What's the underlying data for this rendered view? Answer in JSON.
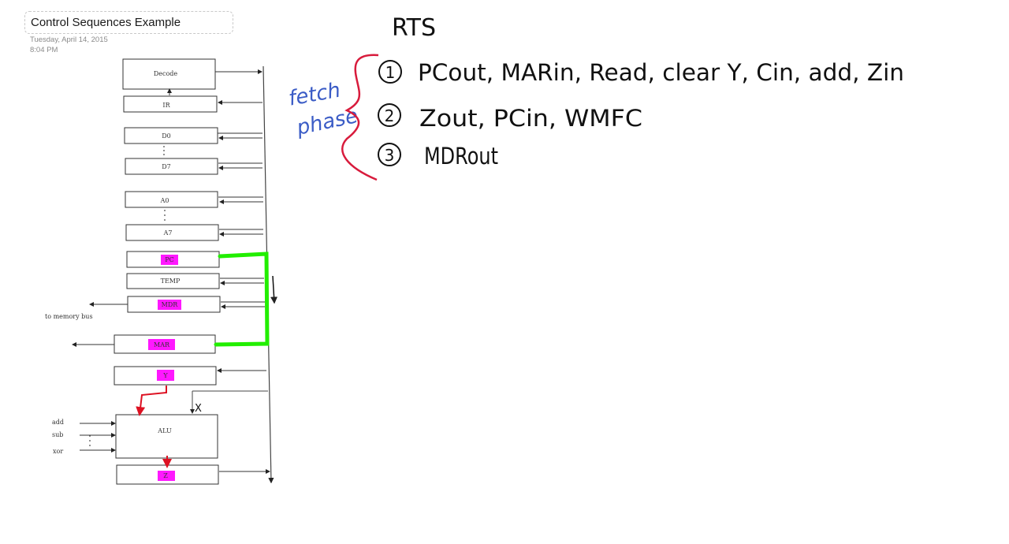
{
  "note": {
    "title": "Control Sequences Example",
    "date": "Tuesday, April 14, 2015",
    "time": "8:04 PM"
  },
  "diagram": {
    "registers": [
      {
        "name": "decode",
        "label": "Decode",
        "highlighted": false
      },
      {
        "name": "ir",
        "label": "IR",
        "highlighted": false
      },
      {
        "name": "d0",
        "label": "D0",
        "highlighted": false
      },
      {
        "name": "d7",
        "label": "D7",
        "highlighted": false
      },
      {
        "name": "a0",
        "label": "A0",
        "highlighted": false
      },
      {
        "name": "a7",
        "label": "A7",
        "highlighted": false
      },
      {
        "name": "pc",
        "label": "PC",
        "highlighted": true
      },
      {
        "name": "temp",
        "label": "TEMP",
        "highlighted": false
      },
      {
        "name": "mdr",
        "label": "MDR",
        "highlighted": true
      },
      {
        "name": "mar",
        "label": "MAR",
        "highlighted": true
      },
      {
        "name": "y",
        "label": "Y",
        "highlighted": true
      },
      {
        "name": "alu",
        "label": "ALU",
        "highlighted": false
      },
      {
        "name": "z",
        "label": "Z",
        "highlighted": true
      }
    ],
    "memory_bus_label": "to memory bus",
    "alu_inputs": [
      "add",
      "sub",
      "xor"
    ],
    "x_label": "X",
    "highlight_color": "#ff00ff",
    "bus_highlight_color": "#22ee00",
    "arrow_color": "#dd1122"
  },
  "annotations": {
    "title": "RTS",
    "phase_label_line1": "fetch",
    "phase_label_line2": "phase",
    "brace_color": "#d81b3c",
    "phase_color": "#3b5cc6",
    "steps": [
      {
        "number": "1",
        "text": "PCout, MARin, Read, clear Y, Cin, add, Zin"
      },
      {
        "number": "2",
        "text": "Zout, PCin, WMFC"
      },
      {
        "number": "3",
        "text": "MDRout"
      }
    ]
  }
}
